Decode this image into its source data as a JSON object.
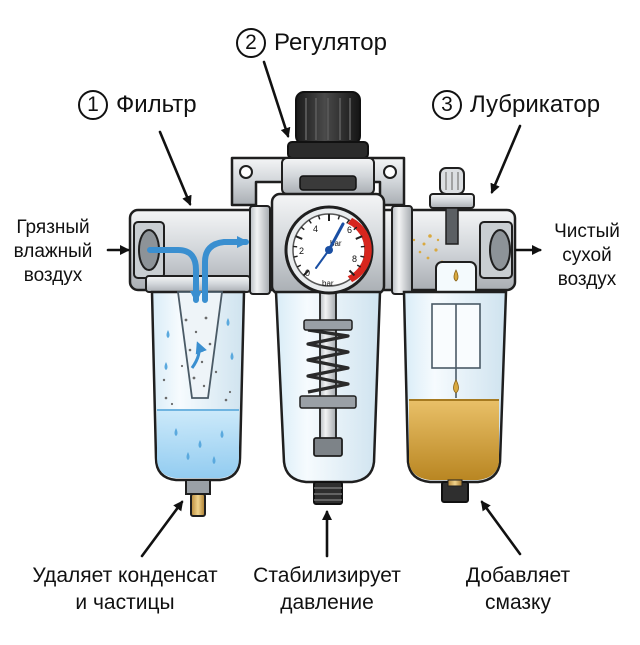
{
  "diagram": {
    "filter": {
      "number": "1",
      "title": "Фильтр"
    },
    "regulator": {
      "number": "2",
      "title": "Регулятор"
    },
    "lubricator": {
      "number": "3",
      "title": "Лубрикатор"
    },
    "inlet": {
      "line1": "Грязный",
      "line2": "влажный",
      "line3": "воздух"
    },
    "outlet": {
      "line1": "Чистый",
      "line2": "сухой",
      "line3": "воздух"
    },
    "filter_function": {
      "line1": "Удаляет конденсат",
      "line2": "и частицы"
    },
    "regulator_function": {
      "line1": "Стабилизирует",
      "line2": "давление"
    },
    "lubricator_function": {
      "line1": "Добавляет",
      "line2": "смазку"
    },
    "gauge": {
      "ticks": [
        "0",
        "2",
        "4",
        "6",
        "8"
      ],
      "unit_upper": "bar",
      "unit_lower": "bar"
    }
  },
  "colors": {
    "metal": "#d7dadd",
    "metal_dark": "#9aa0a6",
    "glass": "#e8f4fb",
    "water": "#bfe3f7",
    "flow_arrow": "#3a8fd0",
    "oil": "#d9a940",
    "gauge_red": "#d7261e",
    "knob": "#2a2a2a"
  }
}
